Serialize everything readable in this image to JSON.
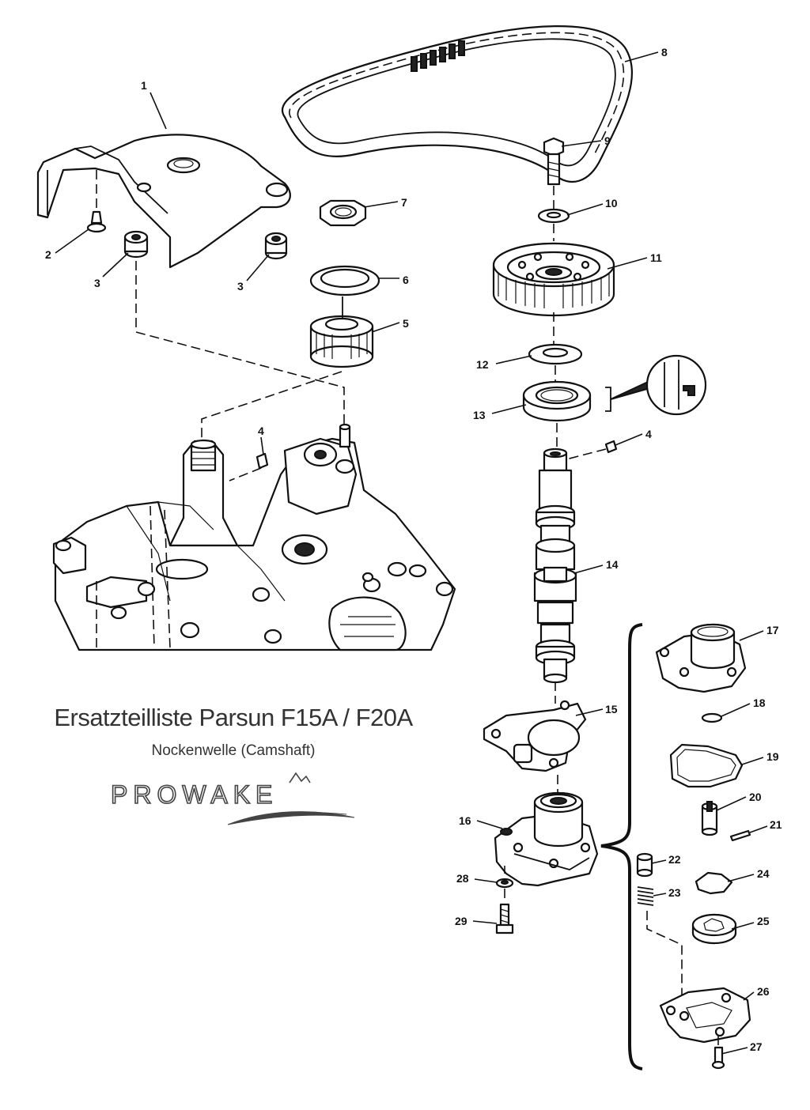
{
  "title": "Ersatzteilliste Parsun F15A / F20A",
  "subtitle": "Nockenwelle (Camshaft)",
  "brand": {
    "text": "PROWAKE",
    "color": "#444444",
    "icon": "wave-logo-icon"
  },
  "callouts": {
    "c1": "1",
    "c2": "2",
    "c3a": "3",
    "c3b": "3",
    "c4a": "4",
    "c4b": "4",
    "c5": "5",
    "c6": "6",
    "c7": "7",
    "c8": "8",
    "c9": "9",
    "c10": "10",
    "c11": "11",
    "c12": "12",
    "c13": "13",
    "c14": "14",
    "c15": "15",
    "c16": "16",
    "c17": "17",
    "c18": "18",
    "c19": "19",
    "c20": "20",
    "c21": "21",
    "c22": "22",
    "c23": "23",
    "c24": "24",
    "c25": "25",
    "c26": "26",
    "c27": "27",
    "c28": "28",
    "c29": "29"
  }
}
